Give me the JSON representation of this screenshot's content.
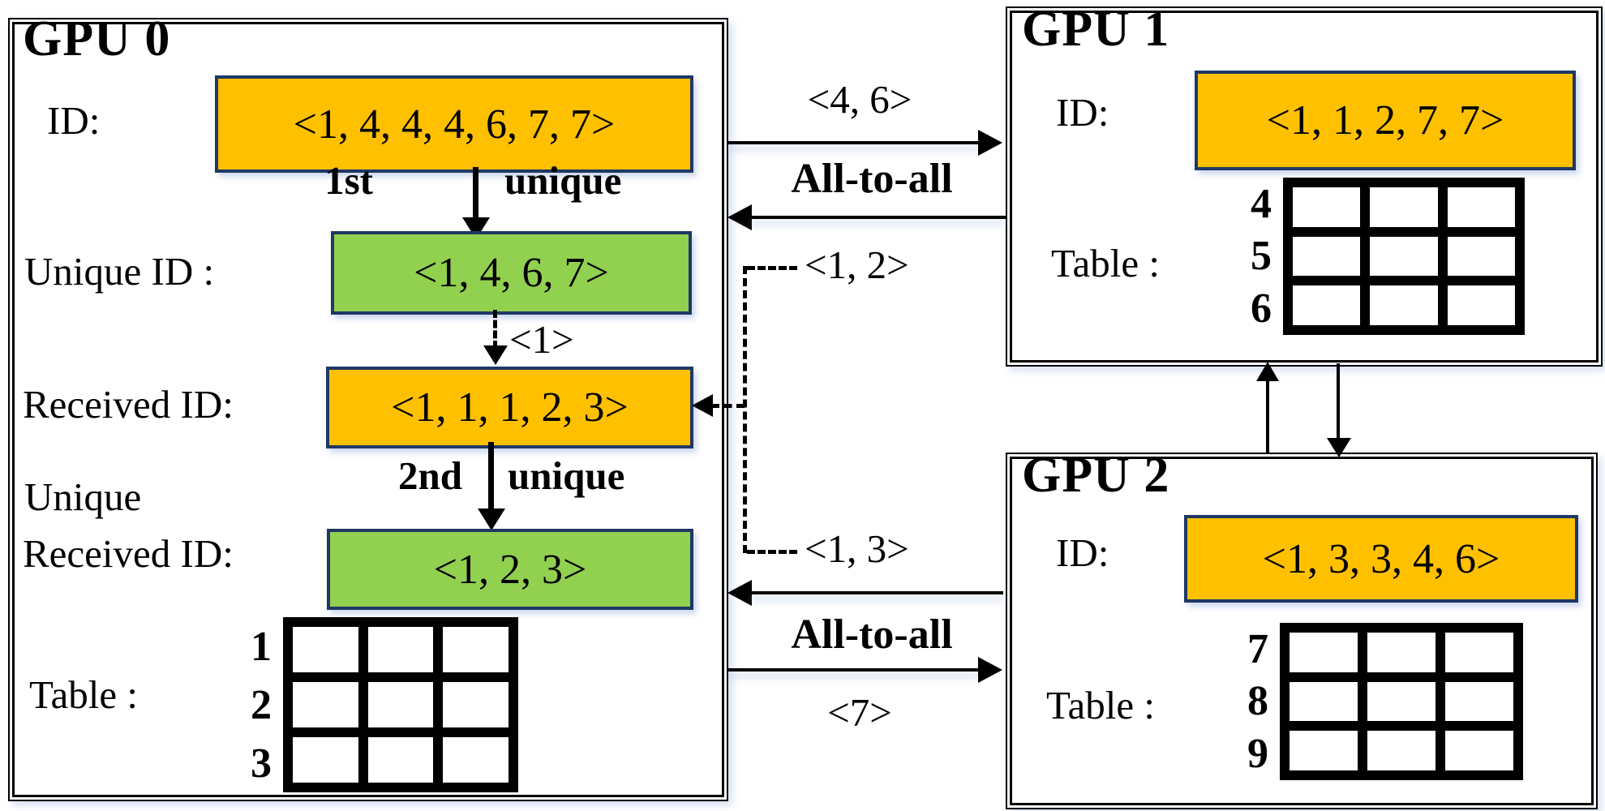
{
  "colors": {
    "value_box_orange": "#FFC000",
    "value_box_green": "#92D050",
    "value_box_border": "#1F3864",
    "line_color": "#000000"
  },
  "gpu0": {
    "title": "GPU 0",
    "id_label": "ID:",
    "id_value": "<1, 4, 4, 4, 6, 7, 7>",
    "first_unique_prefix": "1st",
    "first_unique_suffix": "unique",
    "unique_id_label": "Unique ID :",
    "unique_id_value": "<1, 4, 6, 7>",
    "forward_label": "<1>",
    "received_id_label": "Received ID:",
    "received_id_value": "<1, 1, 1, 2, 3>",
    "second_unique_prefix": "2nd",
    "second_unique_suffix": "unique",
    "unique_received_line1": "Unique",
    "unique_received_line2": "Received ID:",
    "unique_received_value": "<1, 2, 3>",
    "table_label": "Table :",
    "table_rows": [
      "1",
      "2",
      "3"
    ]
  },
  "gpu1": {
    "title": "GPU 1",
    "id_label": "ID:",
    "id_value": "<1, 1, 2, 7, 7>",
    "table_label": "Table :",
    "table_rows": [
      "4",
      "5",
      "6"
    ]
  },
  "gpu2": {
    "title": "GPU 2",
    "id_label": "ID:",
    "id_value": "<1, 3, 3, 4, 6>",
    "table_label": "Table :",
    "table_rows": [
      "7",
      "8",
      "9"
    ]
  },
  "links": {
    "gpu0_to_gpu1_label": "<4, 6>",
    "alltoall_top": "All-to-all",
    "gpu1_to_gpu0_label": "<1, 2>",
    "gpu2_to_gpu0_label": "<1, 3>",
    "alltoall_bottom": "All-to-all",
    "gpu0_to_gpu2_label": "<7>"
  }
}
